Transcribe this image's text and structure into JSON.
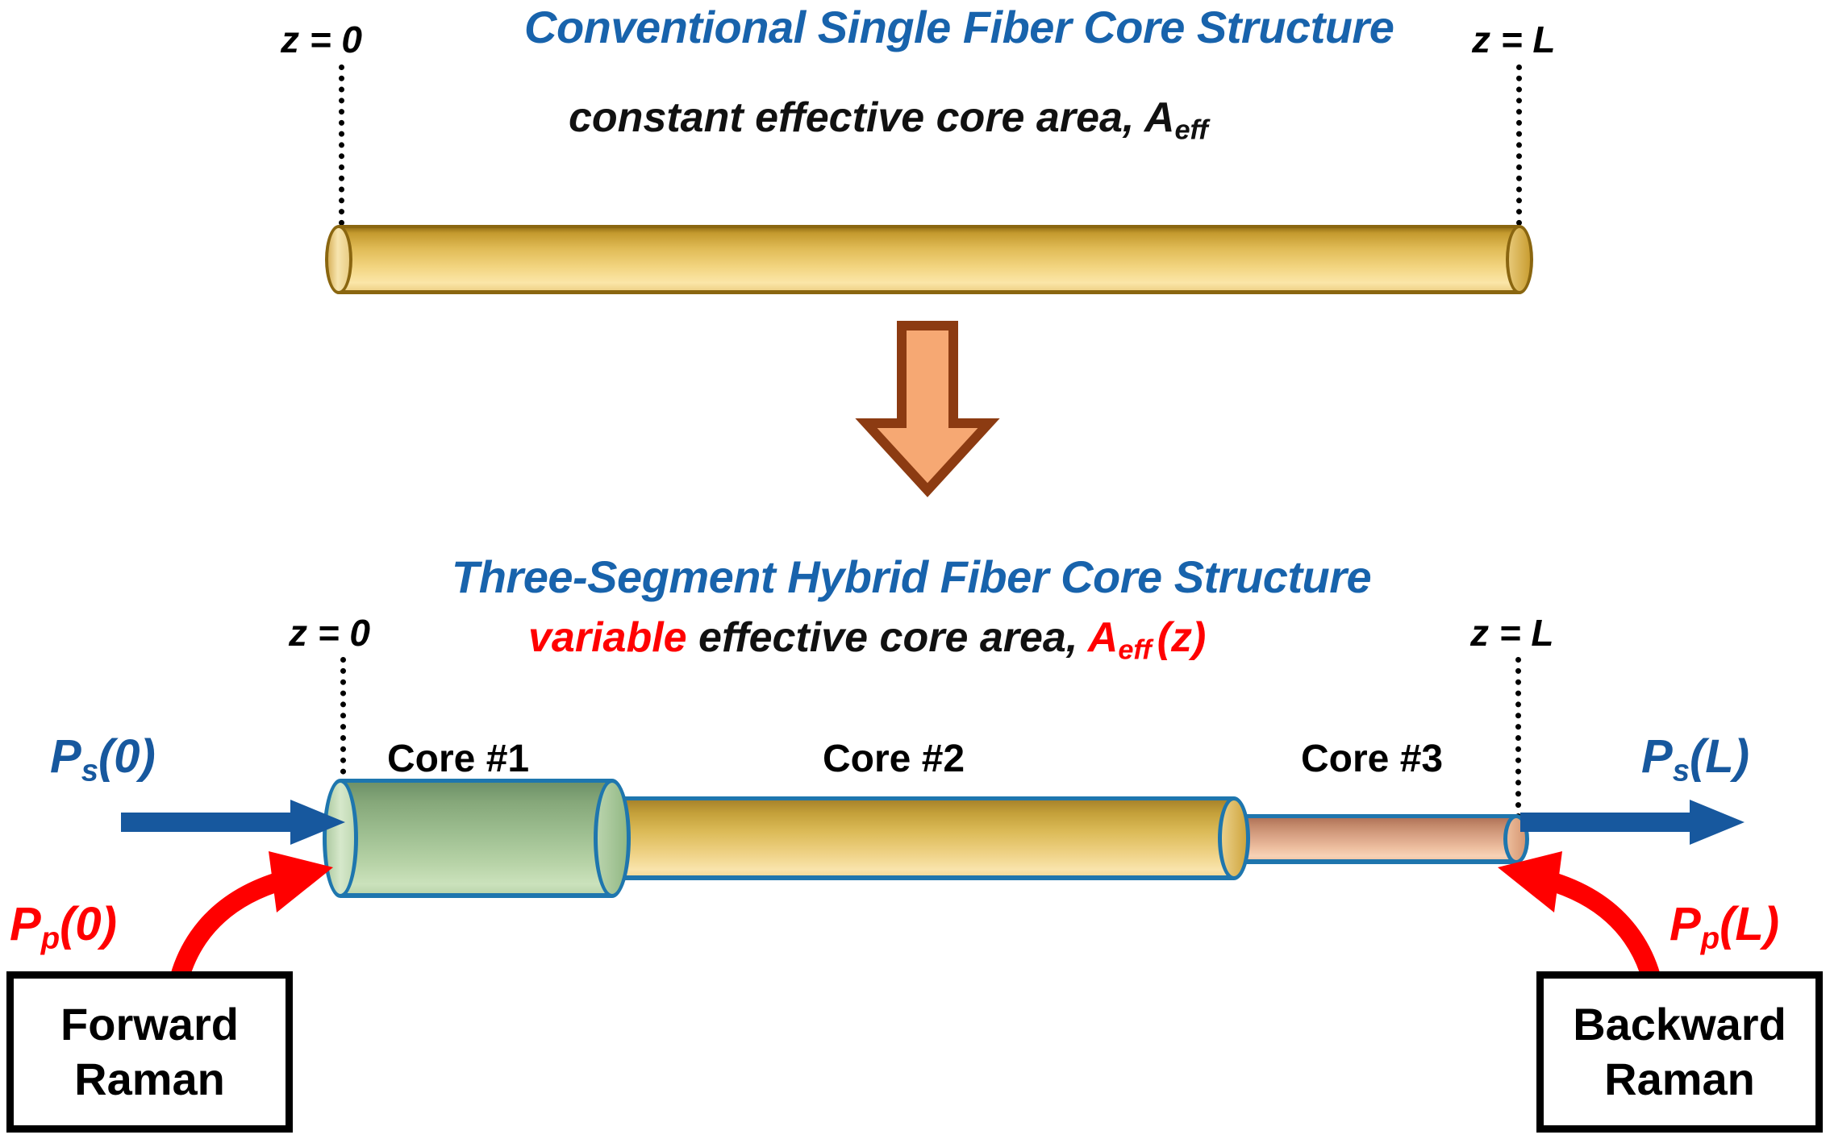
{
  "figure": {
    "top": {
      "title": "Conventional Single Fiber Core Structure",
      "subtitle_prefix": "constant effective core area, A",
      "subtitle_sub": "eff",
      "z_left": "z = 0",
      "z_right": "z = L",
      "fiber_color": "#E0BB56",
      "fiber_outline": "#8A6610"
    },
    "arrow": {
      "name": "down-arrow",
      "fill": "#F6A873",
      "outline": "#8C3B12"
    },
    "bottom": {
      "title": "Three-Segment Hybrid Fiber Core Structure",
      "subtitle_variable": "variable",
      "subtitle_middle": " effective core area, ",
      "subtitle_aeff": "A",
      "subtitle_aeff_sub": "eff",
      "subtitle_aeff_arg": "(z)",
      "z_left": "z = 0",
      "z_right": "z = L",
      "cores": [
        {
          "label": "Core #1",
          "color": "#9DBE90",
          "outline": "#1E76AE"
        },
        {
          "label": "Core #2",
          "color": "#DCBB58",
          "outline": "#1E76AE"
        },
        {
          "label": "Core #3",
          "color": "#DAA487",
          "outline": "#1E76AE"
        }
      ],
      "signals": {
        "ps_in_P": "P",
        "ps_in_sub": "s",
        "ps_in_arg": "(0)",
        "ps_out_P": "P",
        "ps_out_sub": "s",
        "ps_out_arg": "(L)",
        "pp_in_P": "P",
        "pp_in_sub": "p",
        "pp_in_arg": "(0)",
        "pp_out_P": "P",
        "pp_out_sub": "p",
        "pp_out_arg": "(L)",
        "signal_color": "#17589E",
        "pump_color": "#FF0000"
      },
      "boxes": {
        "forward_line1": "Forward",
        "forward_line2": "Raman",
        "backward_line1": "Backward",
        "backward_line2": "Raman"
      }
    }
  }
}
